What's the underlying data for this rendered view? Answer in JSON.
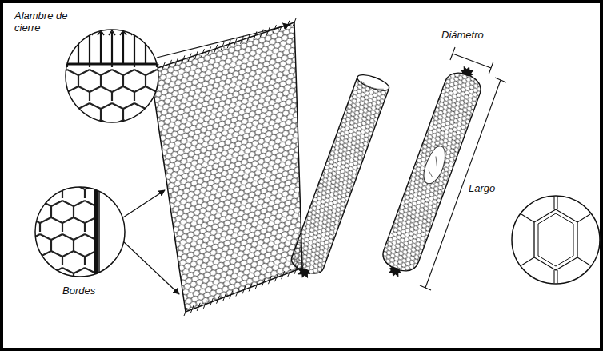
{
  "diagram": {
    "labels": [
      "Alambre de cierre",
      "Bordes",
      "Diámetro",
      "Largo"
    ]
  }
}
